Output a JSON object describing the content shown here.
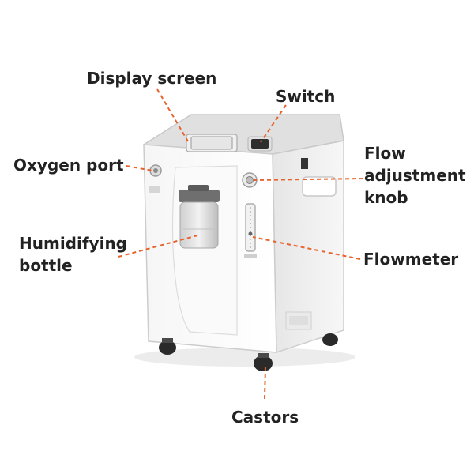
{
  "labels": {
    "display_screen": "Display screen",
    "switch": "Switch",
    "flow_knob": [
      "Flow",
      "adjustment",
      "knob"
    ],
    "oxygen_port": "Oxygen port",
    "humidifying_bottle": [
      "Humidifying",
      "bottle"
    ],
    "flowmeter": "Flowmeter",
    "castors": "Castors"
  },
  "colors": {
    "leader": "#e8622c",
    "text": "#222222",
    "body": "#f3f3f3",
    "body_shadow": "#d9d9d9",
    "wheel": "#2a2a2a",
    "panel": "#e4e4e4"
  }
}
